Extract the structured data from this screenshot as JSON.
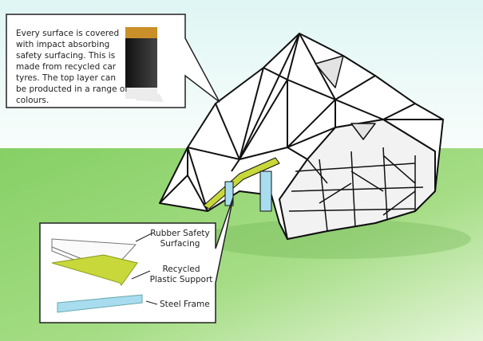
{
  "callout_top": {
    "text": "Every surface is covered with impact absorbing safety surfacing. This is made from recycled car tyres. The top layer can be producted in a range of colours."
  },
  "callout_bottom": {
    "labels": [
      "Rubber Safety Surfacing",
      "Recycled Plastic Support",
      "Steel Frame"
    ]
  },
  "colors": {
    "sky": "#e6f8f6",
    "grass": "#8ed46a",
    "rubber_top": "#c9902a",
    "plastic": "#c8d83a",
    "steel": "#a8dcef"
  }
}
